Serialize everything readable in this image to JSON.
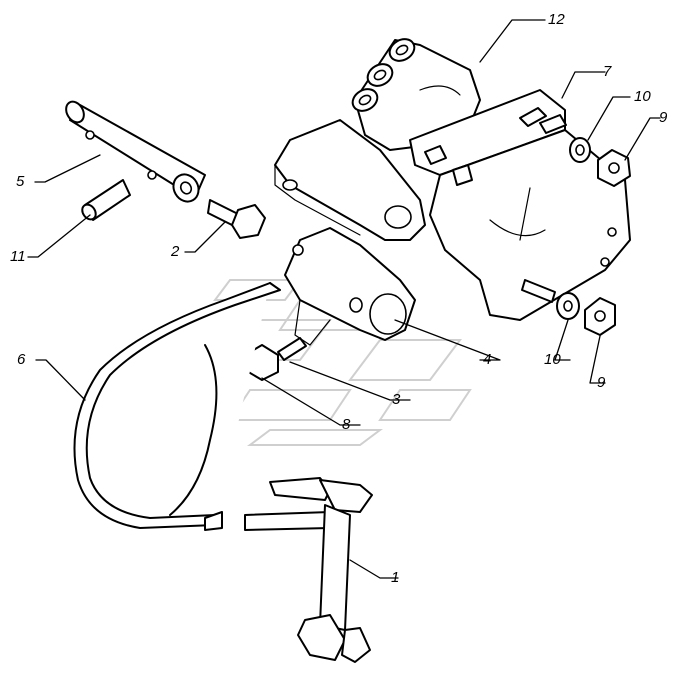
{
  "callouts": [
    "1",
    "2",
    "3",
    "4",
    "5",
    "6",
    "7",
    "8",
    "9",
    "9",
    "10",
    "10",
    "11",
    "12"
  ]
}
